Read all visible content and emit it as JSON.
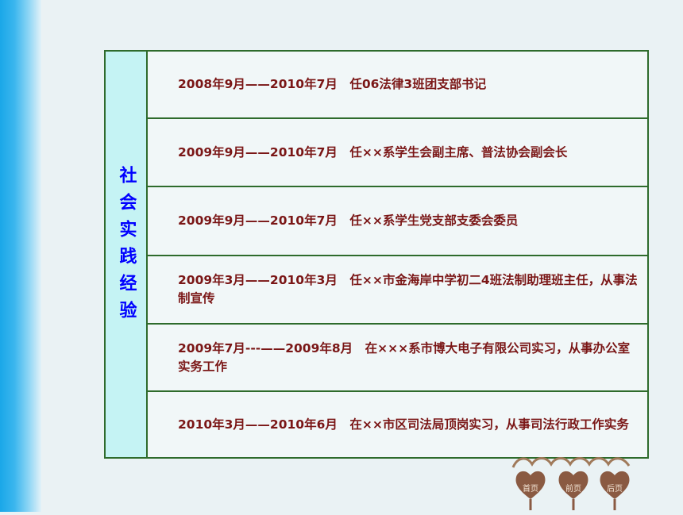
{
  "panel": {
    "title": "社会实践经验",
    "rows": [
      {
        "text": "2008年9月——2010年7月　任06法律3班团支部书记"
      },
      {
        "text": "2009年9月——2010年7月　任××系学生会副主席、普法协会副会长"
      },
      {
        "text": "2009年9月——2010年7月　任××系学生党支部支委会委员"
      },
      {
        "text": "2009年3月——2010年3月　任××市金海岸中学初二4班法制助理班主任，从事法制宣传"
      },
      {
        "text": "2009年7月---——2009年8月　在×××系市博大电子有限公司实习，从事办公室实务工作"
      },
      {
        "text": "2010年3月——2010年6月　在××市区司法局顶岗实习，从事司法行政工作实务"
      }
    ]
  },
  "nav": {
    "home_label": "首页",
    "prev_label": "前页",
    "next_label": "后页"
  },
  "colors": {
    "row_text": "#7a1616",
    "title_text": "#0000ff",
    "title_bg": "#c5f3f4",
    "border": "#2e6b2c"
  }
}
